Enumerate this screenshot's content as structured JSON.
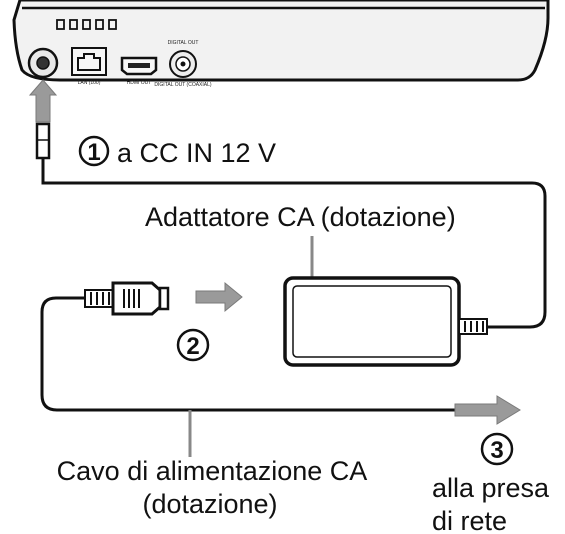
{
  "device": {
    "port_labels": [
      "LAN (100)",
      "HDMI OUT",
      "DIGITAL OUT (COAXIAL)"
    ],
    "top_label": "DIGITAL OUT"
  },
  "steps": [
    {
      "number": "1",
      "text": "a CC IN 12 V"
    },
    {
      "number": "2",
      "text": ""
    },
    {
      "number": "3",
      "text_lines": [
        "alla presa",
        "di rete"
      ]
    }
  ],
  "labels": {
    "adapter": "Adattatore CA (dotazione)",
    "cable_line1": "Cavo di alimentazione CA",
    "cable_line2": "(dotazione)"
  }
}
